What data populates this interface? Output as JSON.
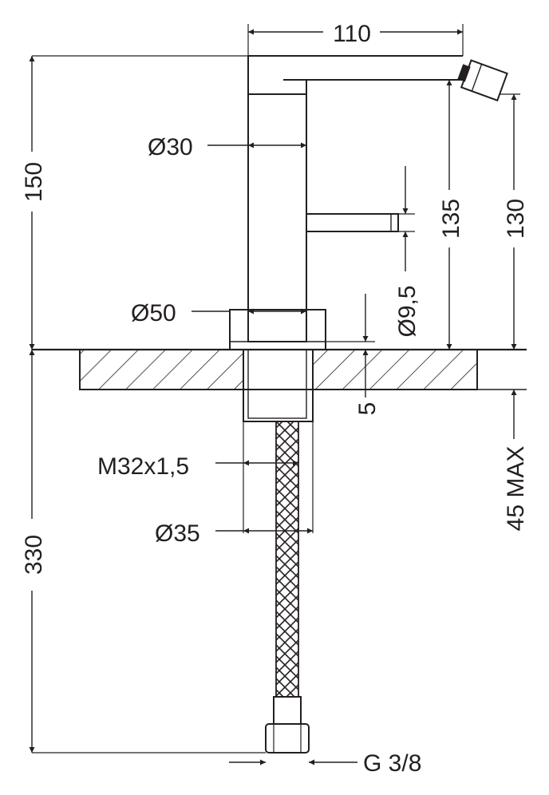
{
  "dimensions": {
    "width_110": "110",
    "height_150": "150",
    "height_330": "330",
    "height_135": "135",
    "height_130": "130",
    "dia_30": "Ø30",
    "dia_50": "Ø50",
    "dia_9_5": "Ø9,5",
    "thickness_5": "5",
    "thread_m32": "M32x1,5",
    "dia_35": "Ø35",
    "max_45": "45 MAX",
    "connector_g38": "G 3/8"
  },
  "colors": {
    "line": "#231f20",
    "background": "#ffffff"
  }
}
